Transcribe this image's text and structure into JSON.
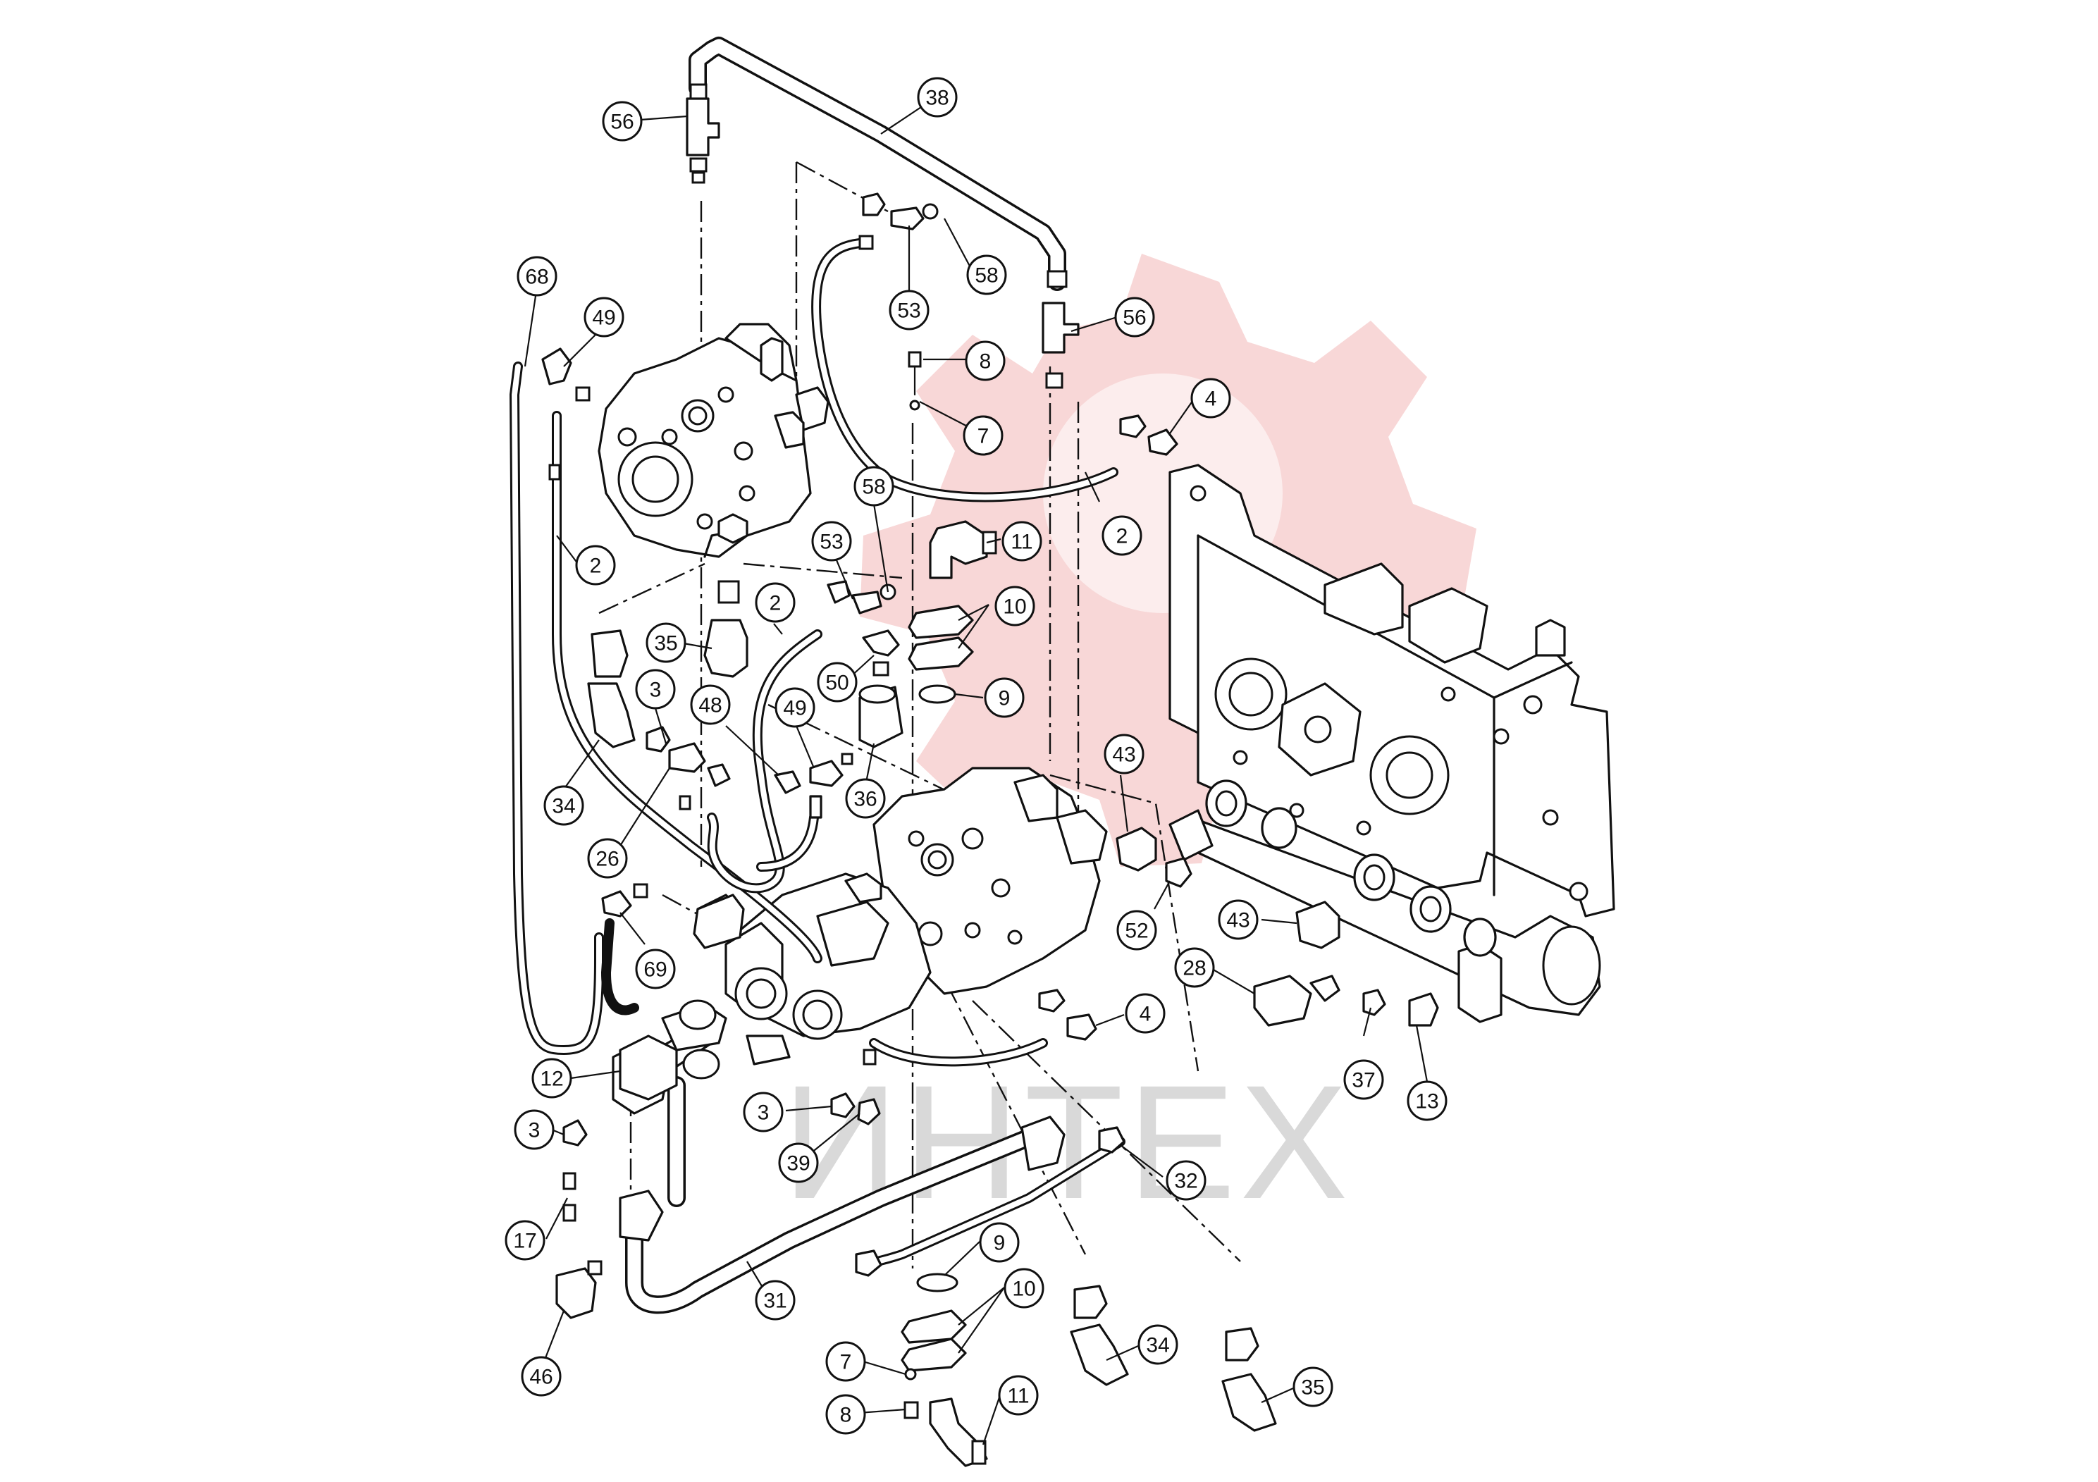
{
  "watermark": {
    "text": "ИНТЕХ",
    "gear_color": "#f6c9c9"
  },
  "callouts": [
    {
      "id": "c-38",
      "label": "38"
    },
    {
      "id": "c-56a",
      "label": "56"
    },
    {
      "id": "c-58a",
      "label": "58"
    },
    {
      "id": "c-53a",
      "label": "53"
    },
    {
      "id": "c-56b",
      "label": "56"
    },
    {
      "id": "c-68",
      "label": "68"
    },
    {
      "id": "c-49a",
      "label": "49"
    },
    {
      "id": "c-8a",
      "label": "8"
    },
    {
      "id": "c-7a",
      "label": "7"
    },
    {
      "id": "c-4a",
      "label": "4"
    },
    {
      "id": "c-2a",
      "label": "2"
    },
    {
      "id": "c-58b",
      "label": "58"
    },
    {
      "id": "c-53b",
      "label": "53"
    },
    {
      "id": "c-11a",
      "label": "11"
    },
    {
      "id": "c-2b",
      "label": "2"
    },
    {
      "id": "c-2c",
      "label": "2"
    },
    {
      "id": "c-10a",
      "label": "10"
    },
    {
      "id": "c-35a",
      "label": "35"
    },
    {
      "id": "c-50",
      "label": "50"
    },
    {
      "id": "c-9a",
      "label": "9"
    },
    {
      "id": "c-3a",
      "label": "3"
    },
    {
      "id": "c-48",
      "label": "48"
    },
    {
      "id": "c-49b",
      "label": "49"
    },
    {
      "id": "c-43a",
      "label": "43"
    },
    {
      "id": "c-34a",
      "label": "34"
    },
    {
      "id": "c-36",
      "label": "36"
    },
    {
      "id": "c-26",
      "label": "26"
    },
    {
      "id": "c-52",
      "label": "52"
    },
    {
      "id": "c-43b",
      "label": "43"
    },
    {
      "id": "c-69",
      "label": "69"
    },
    {
      "id": "c-28",
      "label": "28"
    },
    {
      "id": "c-4b",
      "label": "4"
    },
    {
      "id": "c-12",
      "label": "12"
    },
    {
      "id": "c-37",
      "label": "37"
    },
    {
      "id": "c-13",
      "label": "13"
    },
    {
      "id": "c-3b",
      "label": "3"
    },
    {
      "id": "c-3c",
      "label": "3"
    },
    {
      "id": "c-39",
      "label": "39"
    },
    {
      "id": "c-32",
      "label": "32"
    },
    {
      "id": "c-17",
      "label": "17"
    },
    {
      "id": "c-9b",
      "label": "9"
    },
    {
      "id": "c-31",
      "label": "31"
    },
    {
      "id": "c-10b",
      "label": "10"
    },
    {
      "id": "c-46",
      "label": "46"
    },
    {
      "id": "c-34b",
      "label": "34"
    },
    {
      "id": "c-7b",
      "label": "7"
    },
    {
      "id": "c-35b",
      "label": "35"
    },
    {
      "id": "c-11b",
      "label": "11"
    },
    {
      "id": "c-8b",
      "label": "8"
    }
  ]
}
